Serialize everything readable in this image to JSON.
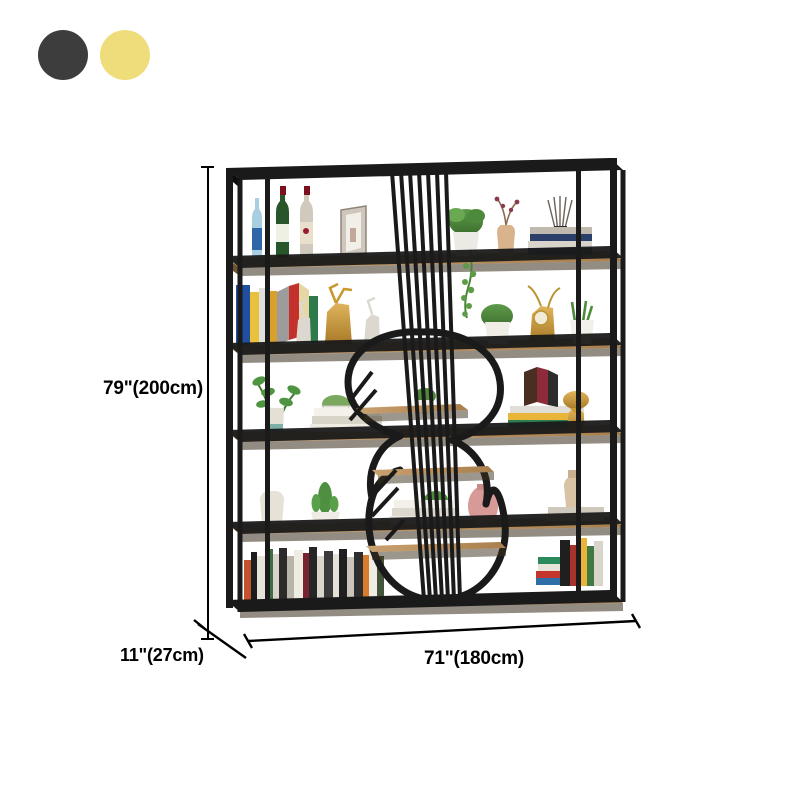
{
  "product": {
    "name": "Guitar-Shaped Industrial Etagere Bookshelf",
    "frame_color": "#1a1a1a",
    "shelf_wood_color": "#b78a57",
    "shelf_wood_edge_color": "#8c6a40",
    "background_color": "#ffffff"
  },
  "swatches": [
    {
      "name": "Black",
      "hex": "#3d3d3d"
    },
    {
      "name": "Yellow",
      "hex": "#efdc7b"
    }
  ],
  "dimensions": {
    "height": "79\"(200cm)",
    "width": "71\"(180cm)",
    "depth": "11\"(27cm)"
  },
  "shelf_contents": {
    "tier_1_top": [
      "wine bottle",
      "wine bottle",
      "wine bottle",
      "picture frame",
      "potted plant",
      "trailing vine plant",
      "dried flower vase",
      "reed diffuser",
      "stacked books"
    ],
    "tier_2": [
      "upright books",
      "deer figurines",
      "gold deer figurine",
      "potted succulent",
      "potted plant"
    ],
    "tier_3": [
      "leafy plant in vase",
      "potted succulent",
      "stacked books",
      "small plant",
      "books",
      "gold sculpture"
    ],
    "tier_4": [
      "ceramic vase",
      "cactus pot",
      "stacked books",
      "pink vase",
      "beige vase"
    ],
    "tier_5_bottom": [
      "row of upright books",
      "stacked books",
      "colorful book row"
    ]
  }
}
